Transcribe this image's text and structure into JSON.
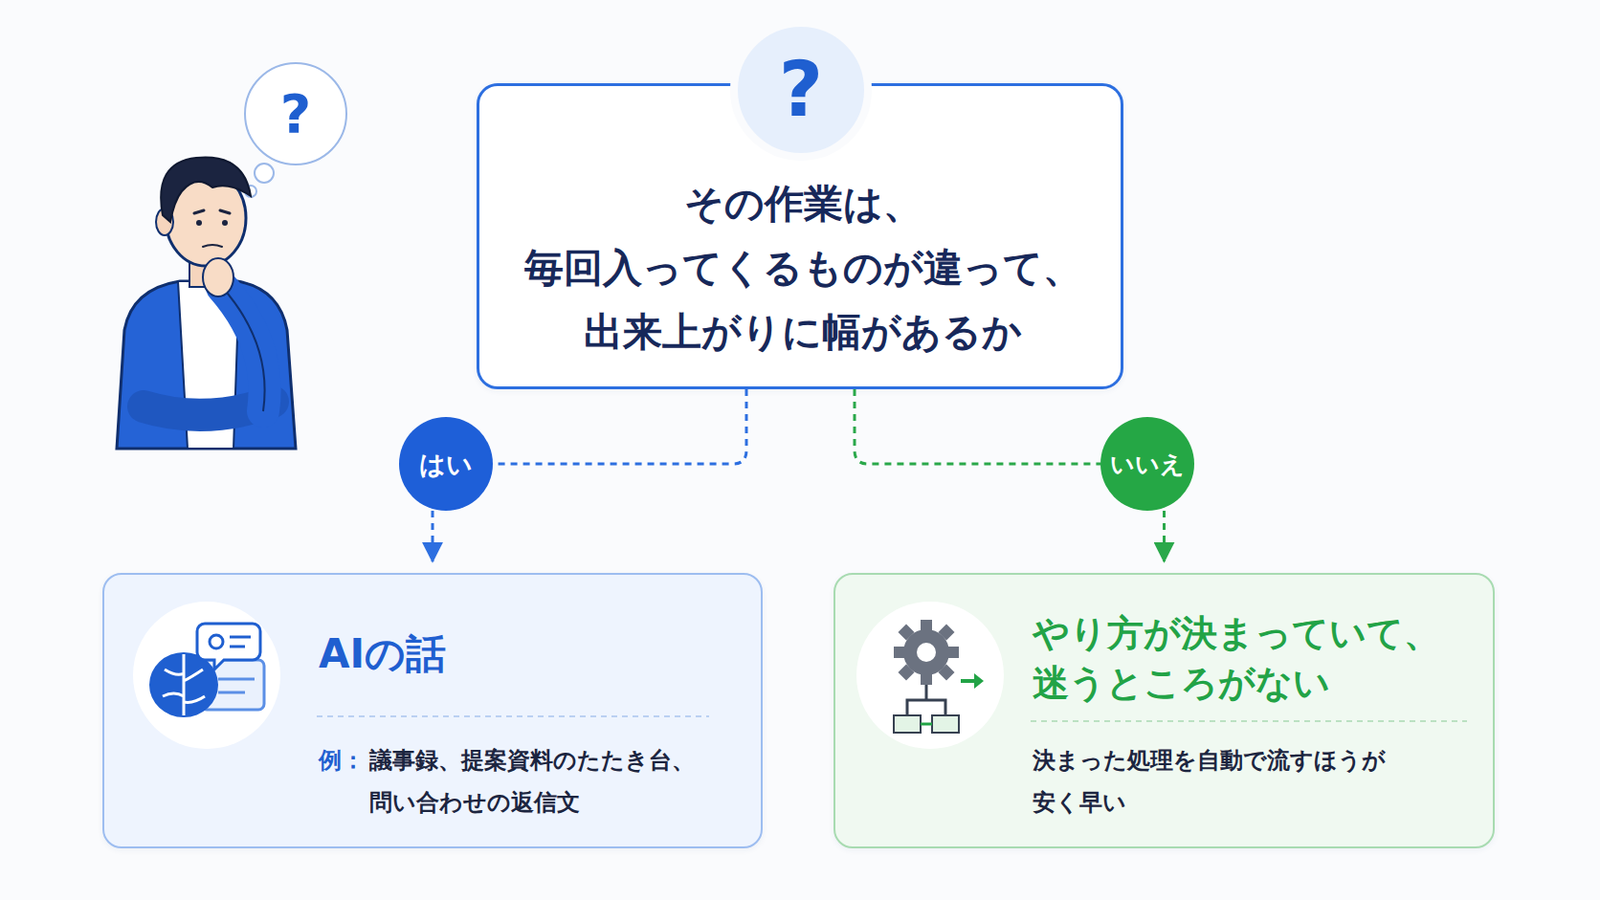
{
  "diagram": {
    "nodes": [
      {
        "text": [
          "?"
        ]
      },
      {
        "text": [
          "?"
        ]
      },
      {
        "text": [
          "その作業は、 毎回入ってくるものが違って、 出来上がりに幅があるか"
        ]
      },
      {
        "text": [
          "はい"
        ]
      },
      {
        "text": [
          "いいえ"
        ]
      },
      {
        "text": [
          "AIの話",
          "例：",
          "議事録、提案資料のたたき台、 問い合わせの返信文"
        ]
      },
      {
        "text": [
          "やり方が決まっていて、 迷うところがない",
          "決まった処理を自動で流すほうが 安く早い"
        ]
      }
    ],
    "edges": [
      {
        "from": 2,
        "to": 3,
        "arrow": "none"
      },
      {
        "from": 3,
        "to": 5,
        "arrow": "to"
      },
      {
        "from": 2,
        "to": 4,
        "arrow": "none"
      },
      {
        "from": 4,
        "to": 6,
        "arrow": "to"
      }
    ]
  }
}
